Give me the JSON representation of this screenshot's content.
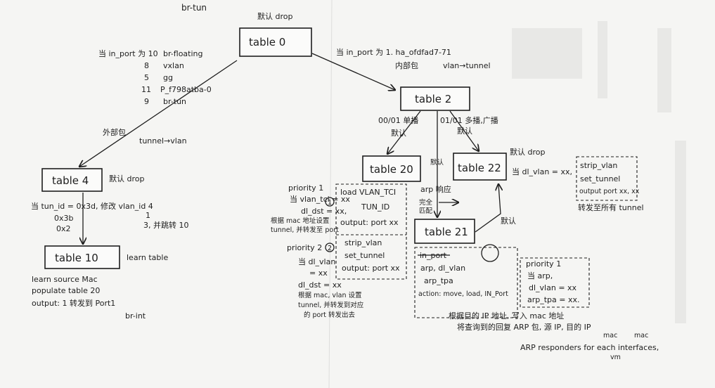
{
  "page_title": "br-tun",
  "table0": {
    "label": "table 0",
    "default": "默认 drop"
  },
  "table0_ports": [
    {
      "port": "当 in_port 为 10",
      "target": "br-floating"
    },
    {
      "port": "8",
      "target": "vxlan"
    },
    {
      "port": "5",
      "target": "gg"
    },
    {
      "port": "11",
      "target": "P_f798atba-0"
    },
    {
      "port": "9",
      "target": "br-tun"
    }
  ],
  "external_path": {
    "label": "外部包",
    "conversion": "tunnel→vlan"
  },
  "internal_path": {
    "condition": "当 in_port 为 1. ha_ofdfad7-71",
    "label": "内部包",
    "conversion": "vlan→tunnel"
  },
  "table2": {
    "label": "table 2"
  },
  "unicast_branch": {
    "label": "00/01 单播",
    "default": "默认"
  },
  "multicast_branch": {
    "label": "01/01 多播,广播",
    "default": "默认"
  },
  "table20": {
    "label": "table 20",
    "default": "默认",
    "actions": [
      "load VLAN_TCI",
      "TUN_ID",
      "output: port xx",
      "strip_vlan",
      "set_tunnel",
      "output: port xx"
    ],
    "priority1": {
      "title": "priority 1",
      "circled": "1",
      "lines": [
        "当 vlan_tci = xx",
        "dl_dst = xx,",
        "根据 mac 地址设置",
        "tunnel, 并转发至 port"
      ]
    },
    "priority2": {
      "title": "priority 2",
      "circled": "2",
      "lines": [
        "当 dl_vlan",
        "= xx",
        "dl_dst = xx",
        "根据 mac, vlan 设置",
        "tunnel, 并转发到对应",
        "的 port 转发出去"
      ]
    }
  },
  "table22": {
    "label": "table 22",
    "default": "默认 drop",
    "match": "当 dl_vlan = xx,",
    "actions": [
      "strip_vlan",
      "set_tunnel",
      "output port xx, xx"
    ],
    "note": "转发至所有 tunnel"
  },
  "arp_branch": {
    "label": "arp 响应",
    "match_1": "完全",
    "match_2": "匹配"
  },
  "table21": {
    "label": "table 21",
    "default": "默认",
    "struck": "in_port",
    "lines": [
      "arp, dl_vlan",
      "arp_tpa",
      "action: move, load, IN_Port"
    ],
    "priority": {
      "title": "priority 1",
      "lines": [
        "当 arp,",
        "dl_vlan = xx",
        "arp_tpa = xx."
      ]
    },
    "notes": [
      "根据目的 IP 地址, 写入 mac 地址",
      "将查询到的回复 ARP 包, 源 IP, 目的 IP"
    ],
    "mac_labels": [
      "mac",
      "mac"
    ],
    "responders": "ARP responders for each interfaces,",
    "responders_sub": "vm"
  },
  "table4": {
    "label": "table 4",
    "default": "默认 drop",
    "rule": "当 tun_id = 0x3d, 修改 vlan_id 4",
    "ids": [
      "0x3b",
      "0x2"
    ],
    "vlans": [
      "1",
      "3, 并跳转 10"
    ]
  },
  "table10": {
    "label": "table 10",
    "note": "learn table",
    "actions": [
      "learn source Mac",
      "populate table 20",
      "output: 1   转发到 Port1",
      "br-int"
    ]
  }
}
